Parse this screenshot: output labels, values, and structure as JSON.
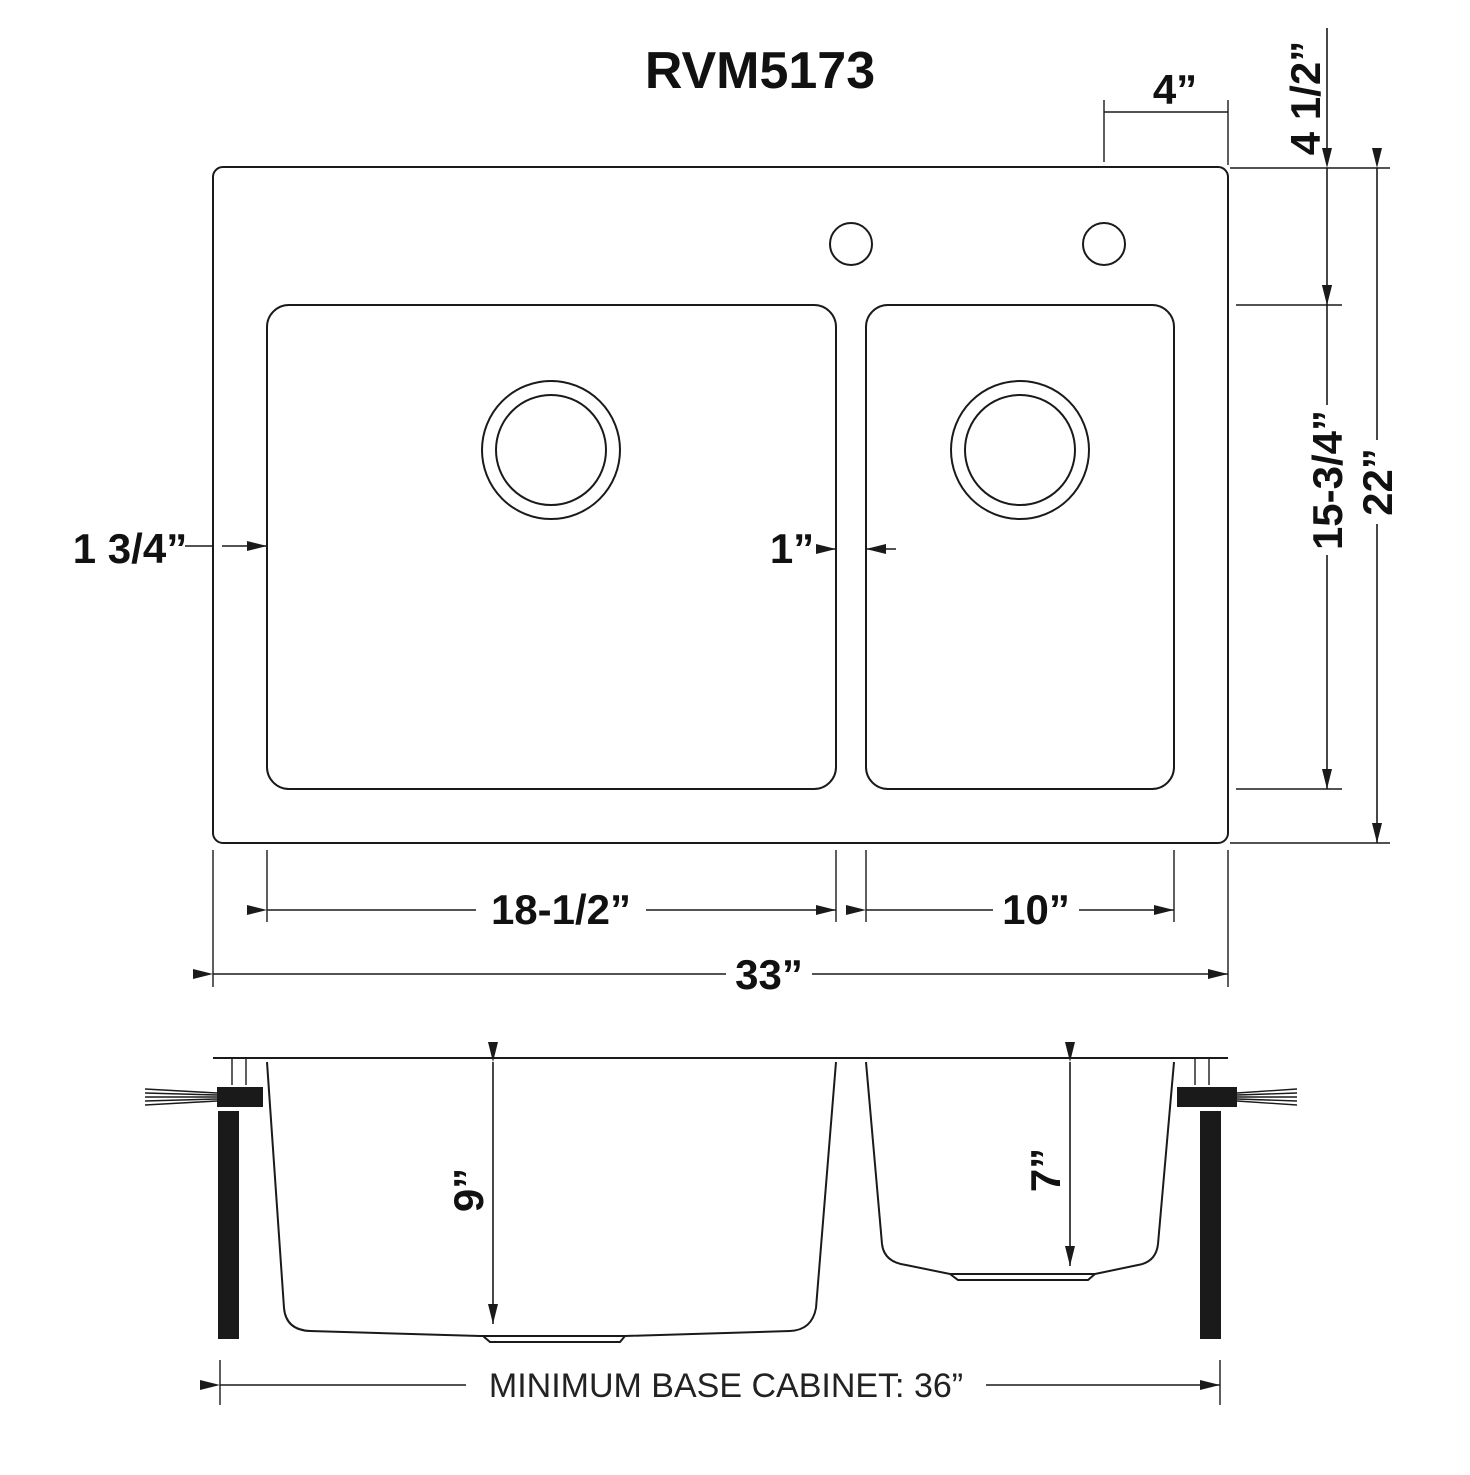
{
  "title": "RVM5173",
  "dimensions": {
    "faucet_hole_spacing": "4”",
    "backsplash_offset": "4 1/2”",
    "bowl_length": "15-3/4”",
    "overall_depth": "22”",
    "side_rim": "1 3/4”",
    "divider": "1”",
    "large_bowl_width": "18-1/2”",
    "small_bowl_width": "10”",
    "overall_width": "33”",
    "large_bowl_depth": "9”",
    "small_bowl_depth": "7”",
    "min_cabinet": "MINIMUM BASE CABINET: 36”"
  }
}
